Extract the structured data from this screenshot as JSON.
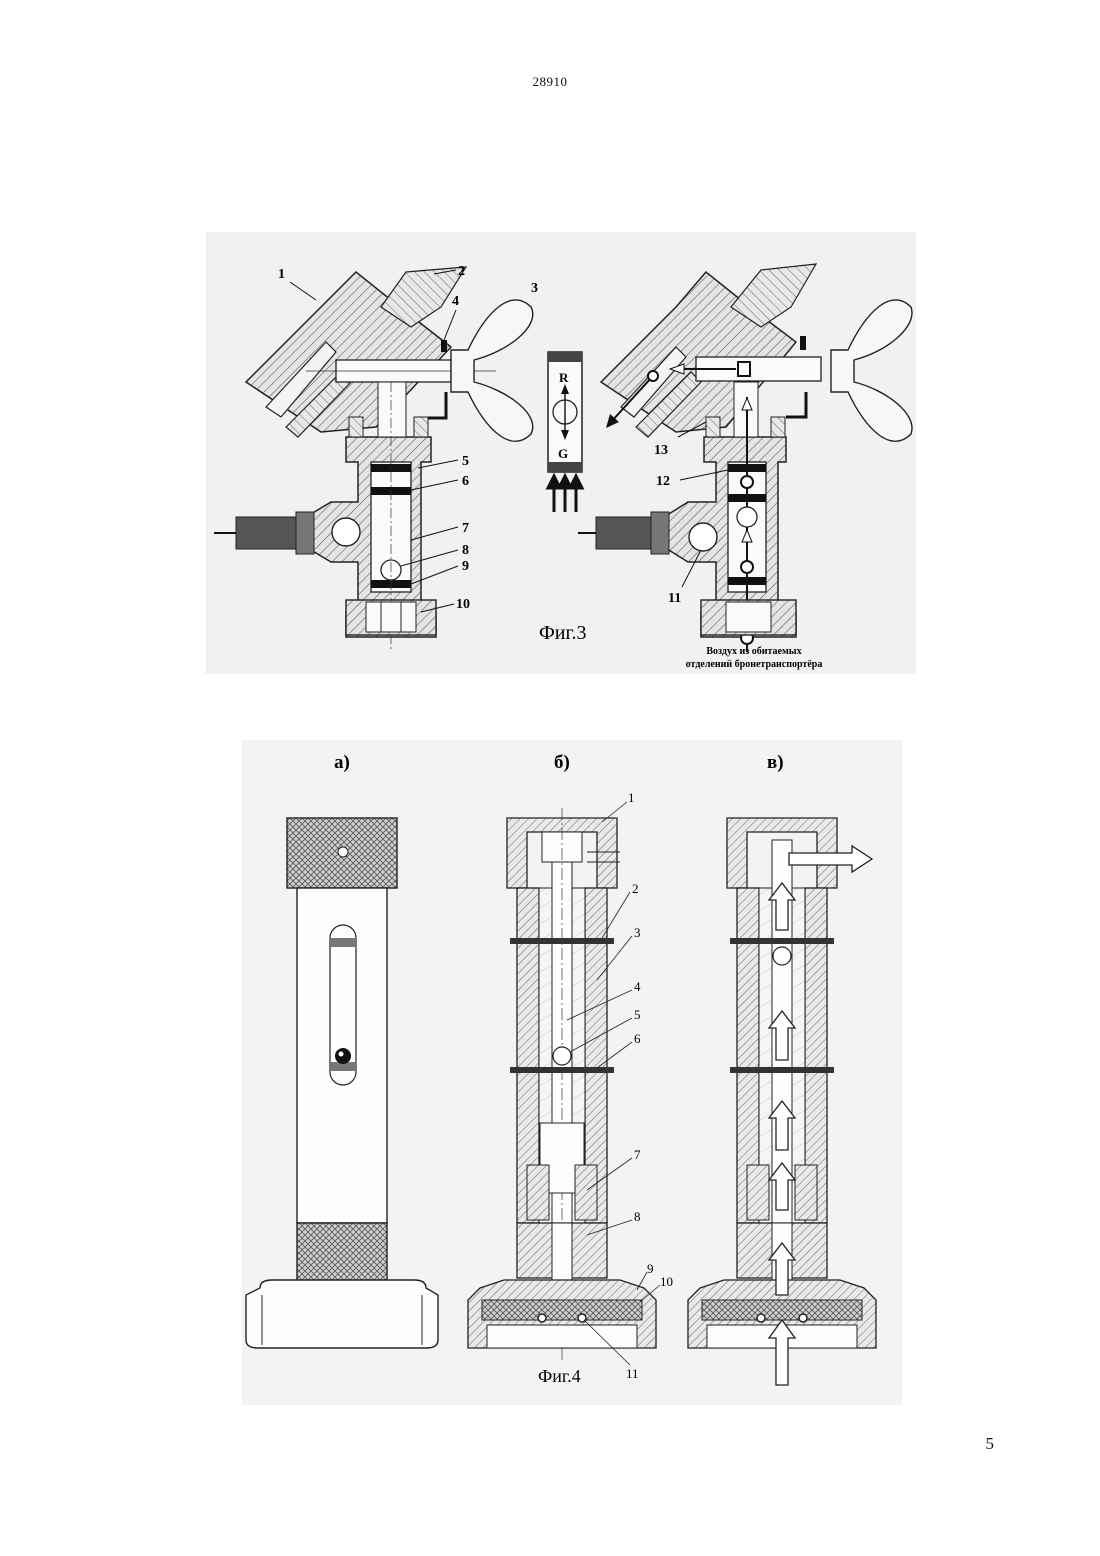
{
  "page": {
    "doc_number": "28910",
    "page_number": "5"
  },
  "fig3": {
    "caption": "Фиг.3",
    "labels": [
      "1",
      "2",
      "3",
      "4",
      "5",
      "6",
      "7",
      "8",
      "9",
      "10",
      "11",
      "12",
      "13"
    ],
    "indicator": {
      "top": "R",
      "bottom": "G"
    },
    "air_note": [
      "Воздух из обитаемых",
      "отделений бронетранспортёра"
    ]
  },
  "fig4": {
    "caption": "Фиг.4",
    "views": [
      "а)",
      "б)",
      "в)"
    ],
    "labels": [
      "1",
      "2",
      "3",
      "4",
      "5",
      "6",
      "7",
      "8",
      "9",
      "10",
      "11"
    ]
  }
}
